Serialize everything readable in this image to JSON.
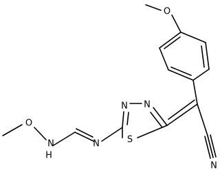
{
  "molecule": {
    "atoms": {
      "o_top": "O",
      "n_ring_1": "N",
      "n_ring_2": "N",
      "n_imine": "N",
      "s_ring": "S",
      "n_amine": "N",
      "h_amine": "H",
      "o_methoxy_left": "O",
      "n_nitrile": "N"
    }
  }
}
